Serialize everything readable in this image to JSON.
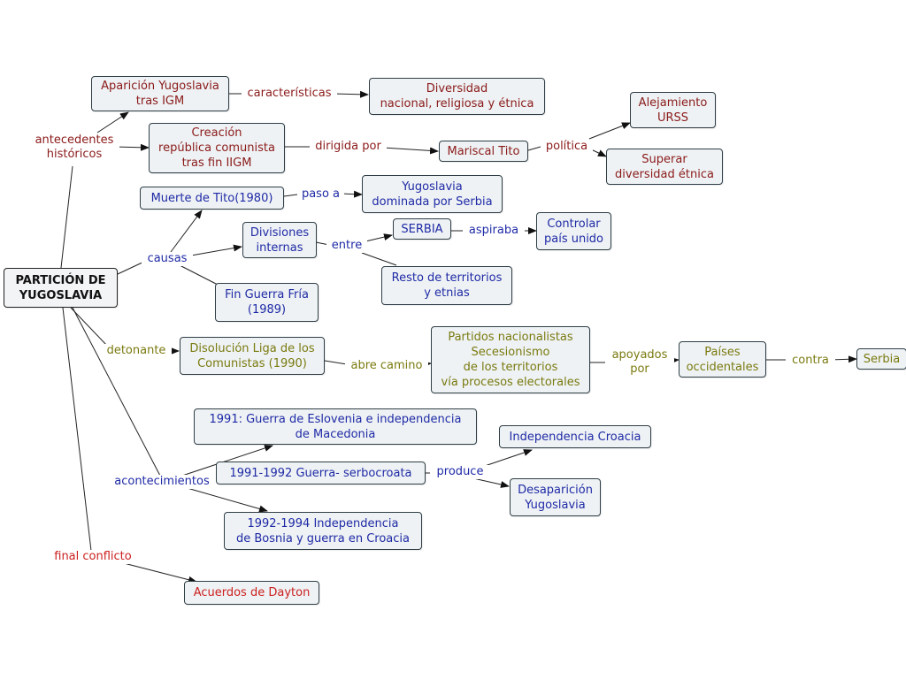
{
  "root": "PARTICIÓN DE\nYUGOSLAVIA",
  "antecedentes": {
    "label": "antecedentes\nhistóricos",
    "aparicion": "Aparición Yugoslavia\ntras IGM",
    "caracteristicas": "características",
    "diversidad": "Diversidad\nnacional, religiosa y étnica",
    "creacion": "Creación\nrepública comunista\ntras fin IIGM",
    "dirigida_por": "dirigida por",
    "tito": "Mariscal Tito",
    "politica": "política",
    "alejamiento": "Alejamiento\nURSS",
    "superar": "Superar\ndiversidad étnica"
  },
  "causas": {
    "label": "causas",
    "muerte": "Muerte de Tito(1980)",
    "paso_a": "paso a",
    "dominada": "Yugoslavia\ndominada por Serbia",
    "divisiones": "Divisiones\ninternas",
    "entre": "entre",
    "serbia": "SERBIA",
    "aspiraba": "aspiraba",
    "controlar": "Controlar\npaís unido",
    "resto": "Resto de territorios\ny etnias",
    "fin_guerra": "Fin Guerra Fría\n(1989)"
  },
  "detonante": {
    "label": "detonante",
    "disolucion": "Disolución Liga de los\nComunistas (1990)",
    "abre_camino": "abre camino",
    "partidos": "Partidos nacionalistas\nSecesionismo\nde los territorios\nvía procesos electorales",
    "apoyados_por": "apoyados\npor",
    "paises": "Países\noccidentales",
    "contra": "contra",
    "serbia": "Serbia"
  },
  "acontecimientos": {
    "label": "acontecimientos",
    "eslovenia": "1991: Guerra de Eslovenia e independencia\nde Macedonia",
    "serbocroata": "1991-1992 Guerra- serbocroata",
    "produce": "produce",
    "croacia": "Independencia Croacia",
    "desaparicion": "Desaparición\nYugoslavia",
    "bosnia": "1992-1994 Independencia\nde Bosnia y guerra en Croacia"
  },
  "final": {
    "label": "final conflicto",
    "dayton": "Acuerdos de Dayton"
  },
  "colors": {
    "maroon": "#8b1a1a",
    "blue": "#1f2aa6",
    "olive": "#7a7a10",
    "red": "#cc1f1f",
    "line": "#222222"
  }
}
